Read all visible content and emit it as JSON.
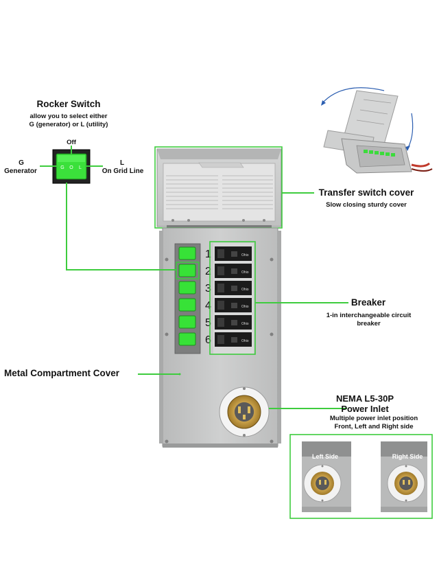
{
  "rocker": {
    "title": "Rocker Switch",
    "desc1": "allow you to select either",
    "desc2": "G (generator) or L (utility)",
    "off_label": "Off",
    "g_label": "G",
    "g_desc": "Generator",
    "l_label": "L",
    "l_desc": "On Grid Line",
    "switch_marks": [
      "G",
      "O",
      "L"
    ]
  },
  "cover": {
    "title": "Transfer switch cover",
    "desc": "Slow closing sturdy cover"
  },
  "breaker": {
    "title": "Breaker",
    "desc1": "1-in interchangeable circuit",
    "desc2": "breaker",
    "numbers": [
      "1",
      "2",
      "3",
      "4",
      "5",
      "6"
    ],
    "brand": "Ohio"
  },
  "compartment": {
    "title": "Metal Compartment Cover"
  },
  "inlet": {
    "title1": "NEMA L5-30P",
    "title2": "Power Inlet",
    "desc1": "Multiple power inlet position",
    "desc2": "Front, Left and Right side",
    "left_side": "Left Side",
    "right_side": "Right Side"
  },
  "colors": {
    "accent_green": "#3dcc3d",
    "switch_green": "#37e237",
    "metal": "#c3c4c4"
  }
}
